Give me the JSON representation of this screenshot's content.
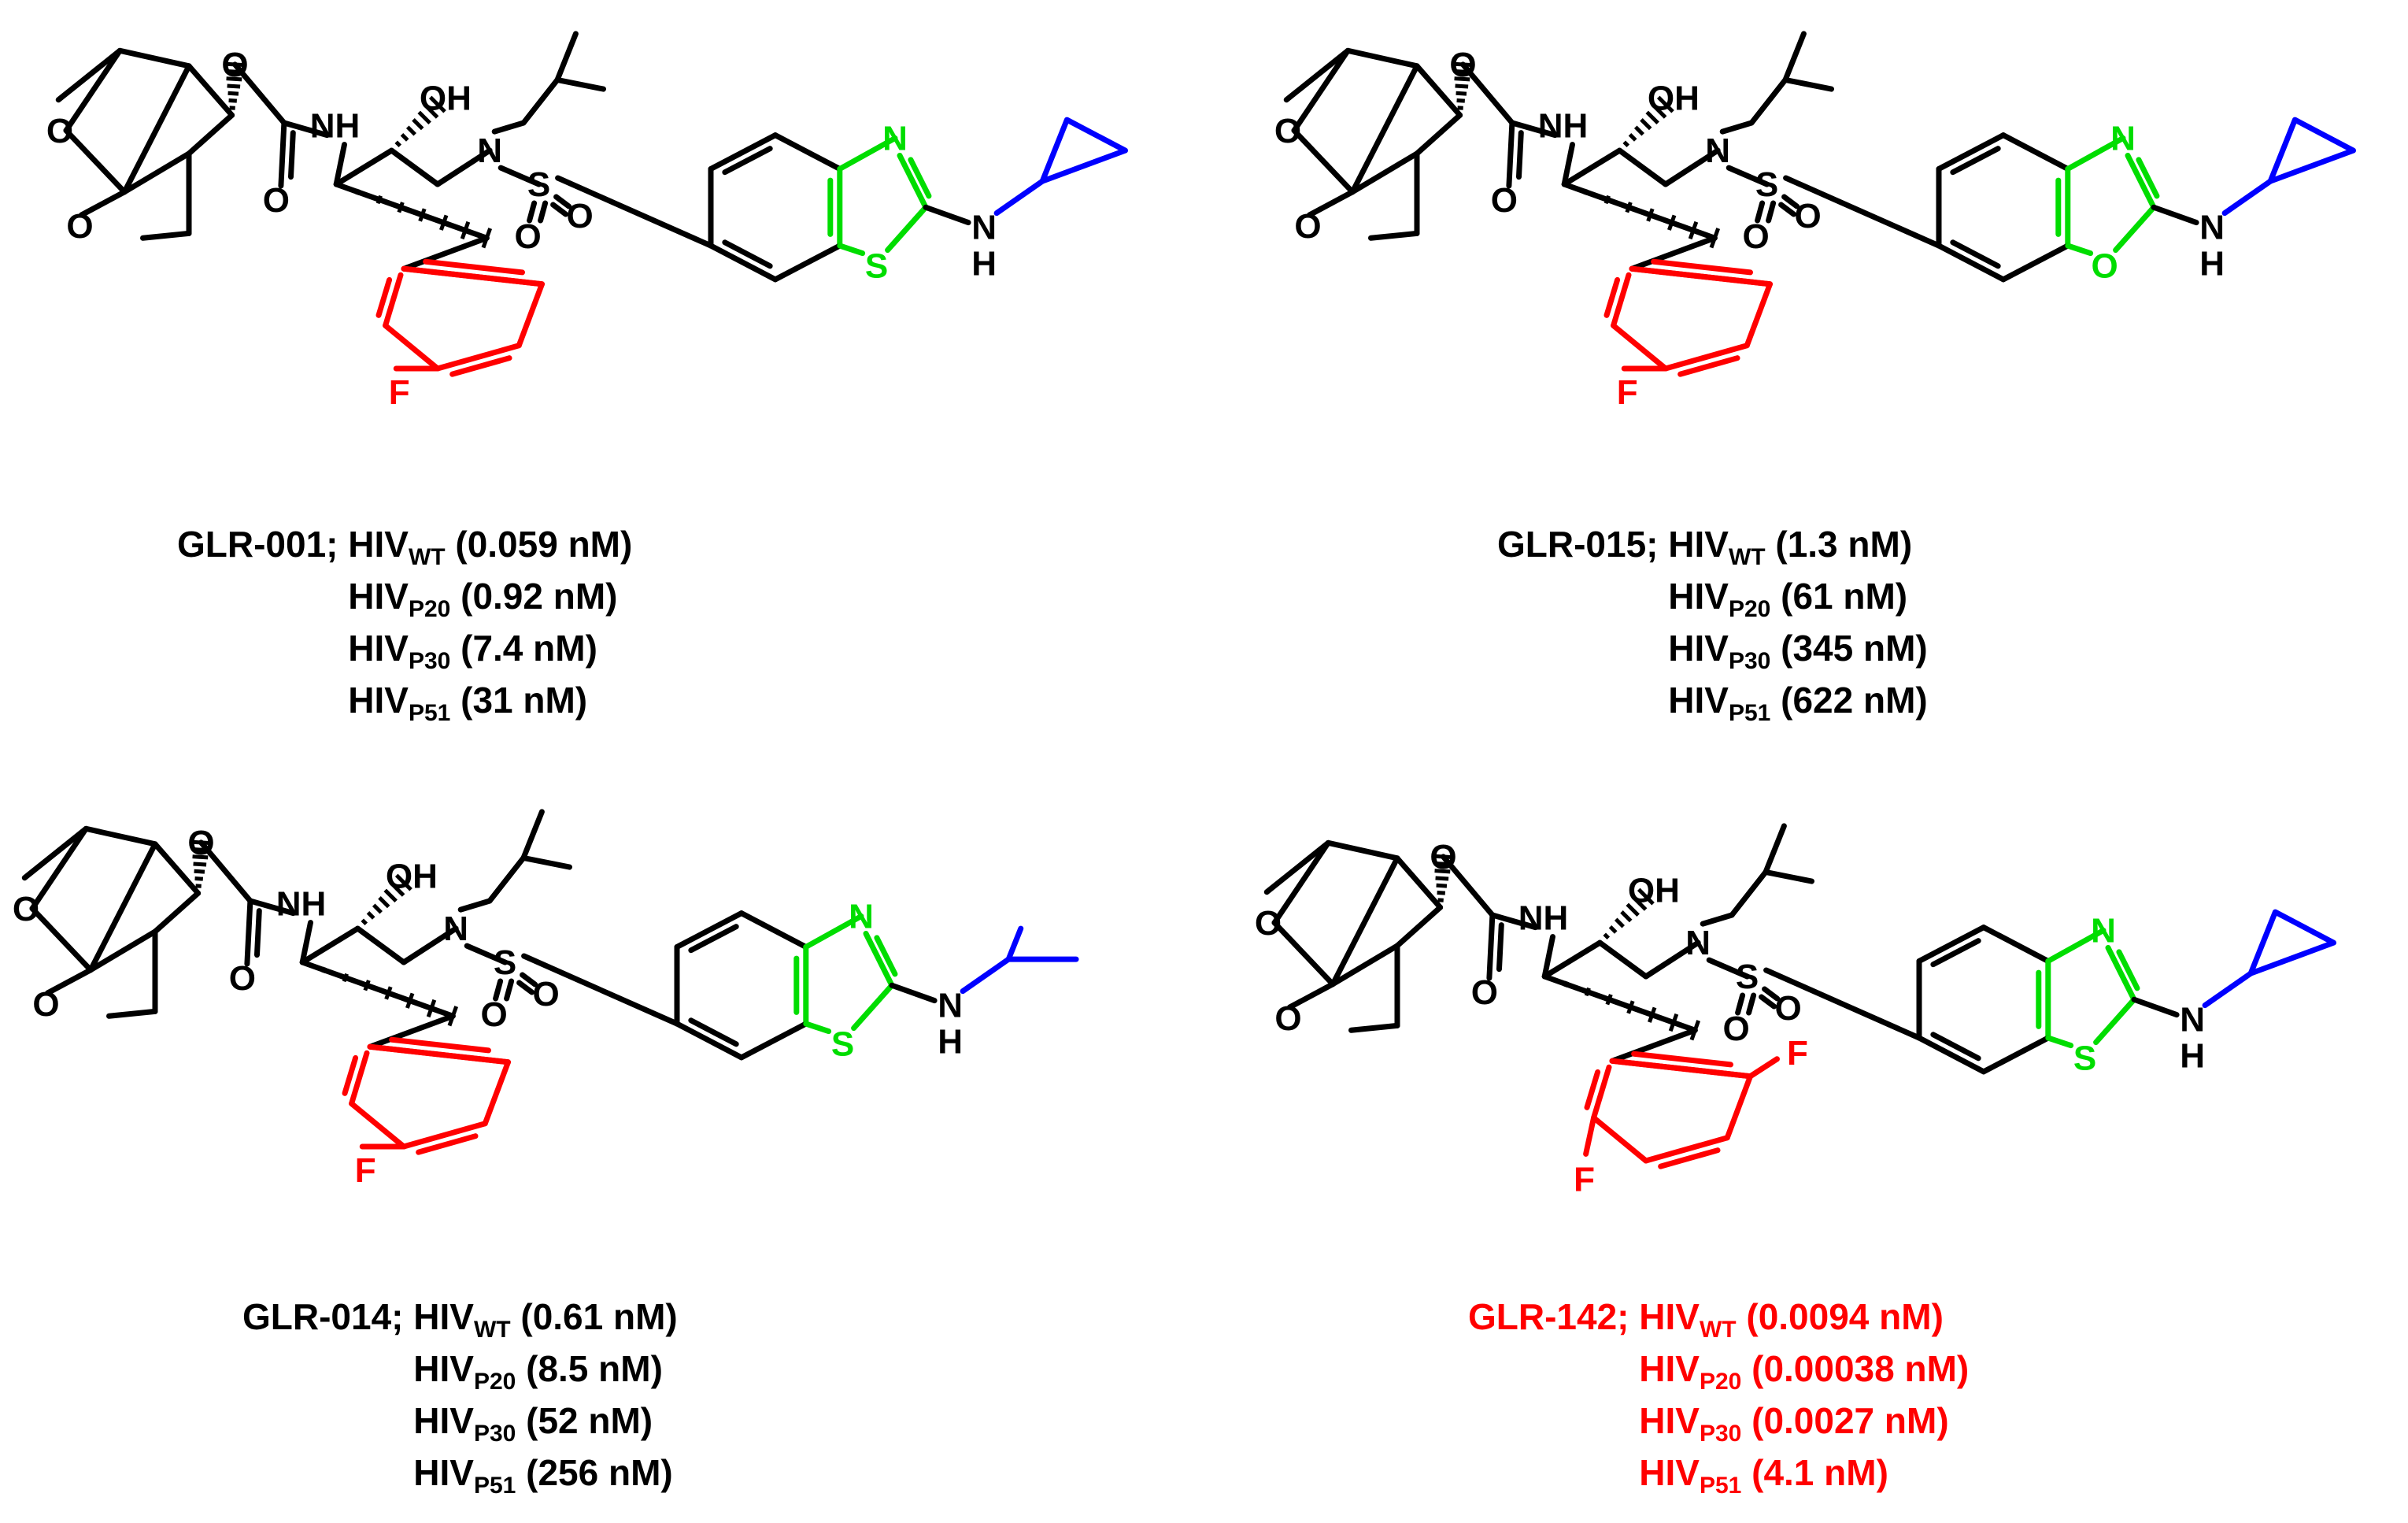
{
  "colors": {
    "default": "#000000",
    "fluoro_aryl": "#ff0000",
    "heterocycle": "#00dd00",
    "amine_substituent": "#0000ff",
    "highlight_caption": "#ff0000"
  },
  "atom_labels": {
    "O": "O",
    "N": "N",
    "S": "S",
    "F": "F",
    "H": "H",
    "NH": "NH",
    "OH": "OH"
  },
  "compounds": [
    {
      "id": "GLR-001",
      "heteroatom": "S",
      "amine": "cyclopropyl",
      "fluorines": 1,
      "highlight": false,
      "caption": [
        {
          "prefix": "GLR-001; ",
          "label": "HIV",
          "sub": "WT",
          "value": " (0.059 nM)"
        },
        {
          "prefix": "",
          "label": "HIV",
          "sub": "P20",
          "value": " (0.92 nM)"
        },
        {
          "prefix": "",
          "label": "HIV",
          "sub": "P30",
          "value": " (7.4 nM)"
        },
        {
          "prefix": "",
          "label": "HIV",
          "sub": "P51",
          "value": " (31 nM)"
        }
      ]
    },
    {
      "id": "GLR-015",
      "heteroatom": "O",
      "amine": "cyclopropyl",
      "fluorines": 1,
      "highlight": false,
      "caption": [
        {
          "prefix": "GLR-015; ",
          "label": "HIV",
          "sub": "WT",
          "value": " (1.3 nM)"
        },
        {
          "prefix": "",
          "label": "HIV",
          "sub": "P20",
          "value": " (61 nM)"
        },
        {
          "prefix": "",
          "label": "HIV",
          "sub": "P30",
          "value": " (345 nM)"
        },
        {
          "prefix": "",
          "label": "HIV",
          "sub": "P51",
          "value": " (622 nM)"
        }
      ]
    },
    {
      "id": "GLR-014",
      "heteroatom": "S",
      "amine": "isopropyl",
      "fluorines": 1,
      "highlight": false,
      "caption": [
        {
          "prefix": "GLR-014; ",
          "label": "HIV",
          "sub": "WT",
          "value": " (0.61 nM)"
        },
        {
          "prefix": "",
          "label": "HIV",
          "sub": "P20",
          "value": " (8.5 nM)"
        },
        {
          "prefix": "",
          "label": "HIV",
          "sub": "P30",
          "value": " (52 nM)"
        },
        {
          "prefix": "",
          "label": "HIV",
          "sub": "P51",
          "value": " (256 nM)"
        }
      ]
    },
    {
      "id": "GLR-142",
      "heteroatom": "S",
      "amine": "cyclopropyl",
      "fluorines": 2,
      "highlight": true,
      "caption": [
        {
          "prefix": "GLR-142; ",
          "label": "HIV",
          "sub": "WT",
          "value": " (0.0094 nM)"
        },
        {
          "prefix": "",
          "label": "HIV",
          "sub": "P20",
          "value": " (0.00038 nM)"
        },
        {
          "prefix": "",
          "label": "HIV",
          "sub": "P30",
          "value": " (0.0027 nM)"
        },
        {
          "prefix": "",
          "label": "HIV",
          "sub": "P51",
          "value": " (4.1 nM)"
        }
      ]
    }
  ]
}
